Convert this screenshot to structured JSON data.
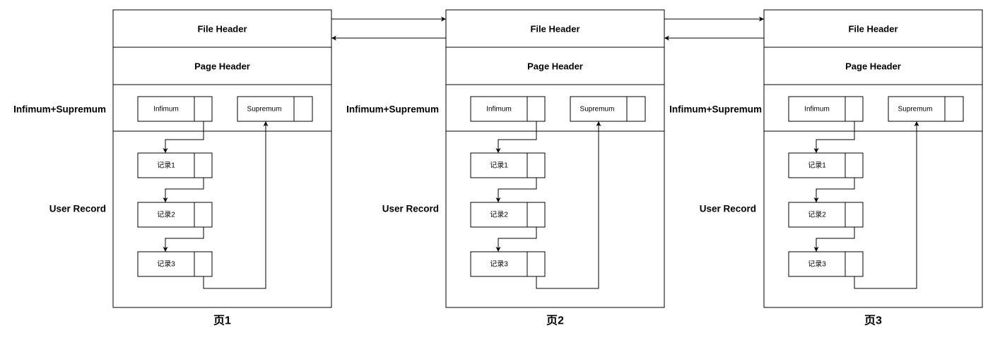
{
  "pages": [
    {
      "title": "页1",
      "file_header": "File Header",
      "page_header": "Page Header",
      "infimum_supremum_label": "Infimum+Supremum",
      "user_record_label": "User Record",
      "infimum": "Infimum",
      "supremum": "Supremum",
      "records": [
        "记录1",
        "记录2",
        "记录3"
      ]
    },
    {
      "title": "页2",
      "file_header": "File Header",
      "page_header": "Page Header",
      "infimum_supremum_label": "Infimum+Supremum",
      "user_record_label": "User Record",
      "infimum": "Infimum",
      "supremum": "Supremum",
      "records": [
        "记录1",
        "记录2",
        "记录3"
      ]
    },
    {
      "title": "页3",
      "file_header": "File Header",
      "page_header": "Page Header",
      "infimum_supremum_label": "Infimum+Supremum",
      "user_record_label": "User Record",
      "infimum": "Infimum",
      "supremum": "Supremum",
      "records": [
        "记录1",
        "记录2",
        "记录3"
      ]
    }
  ]
}
